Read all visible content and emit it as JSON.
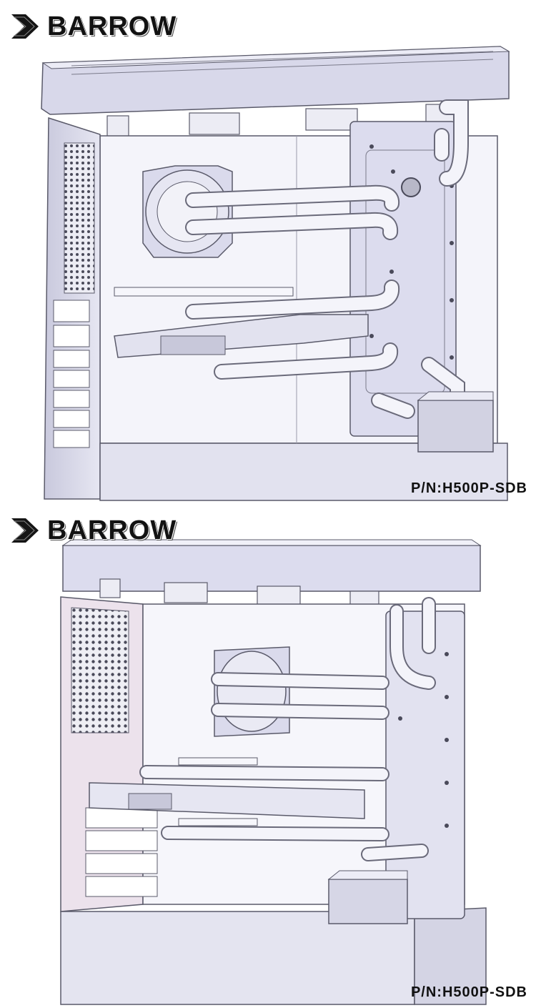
{
  "panels": [
    {
      "brand": {
        "name": "BARROW",
        "logo_icon": "barrow-chevron-logo"
      },
      "part_number": "P/N:H500P-SDB",
      "view": "front"
    },
    {
      "brand": {
        "name": "BARROW",
        "logo_icon": "barrow-chevron-logo"
      },
      "part_number": "P/N:H500P-SDB",
      "view": "angled"
    }
  ],
  "colors": {
    "case_fill": "#dcdcec",
    "case_stroke": "#5a5a6a",
    "tube": "#f3f3f8",
    "text": "#111111"
  }
}
